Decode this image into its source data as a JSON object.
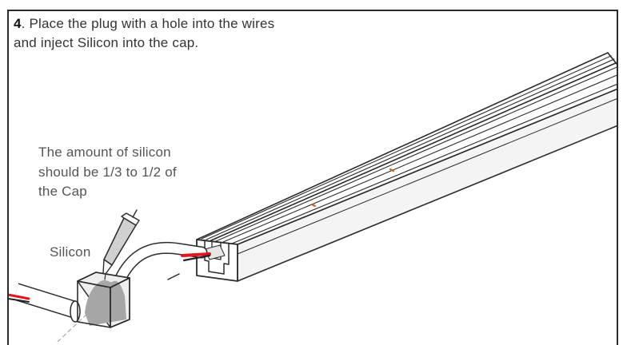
{
  "step": {
    "number": "4",
    "text_line1": ". Place the plug with a hole into the wires",
    "text_line2": "and inject Silicon into the cap."
  },
  "note": {
    "line1": "The amount of silicon",
    "line2": "should be 1/3 to 1/2  of",
    "line3": "the Cap"
  },
  "labels": {
    "silicon": "Silicon"
  },
  "colors": {
    "frame": "#2b2b2b",
    "wire_red": "#e8141c",
    "silicone_fill": "#a6a6a6",
    "cap_fill": "#e6e6e6",
    "tube_fill": "#d0d0d0",
    "led_dot": "#c8632a"
  }
}
